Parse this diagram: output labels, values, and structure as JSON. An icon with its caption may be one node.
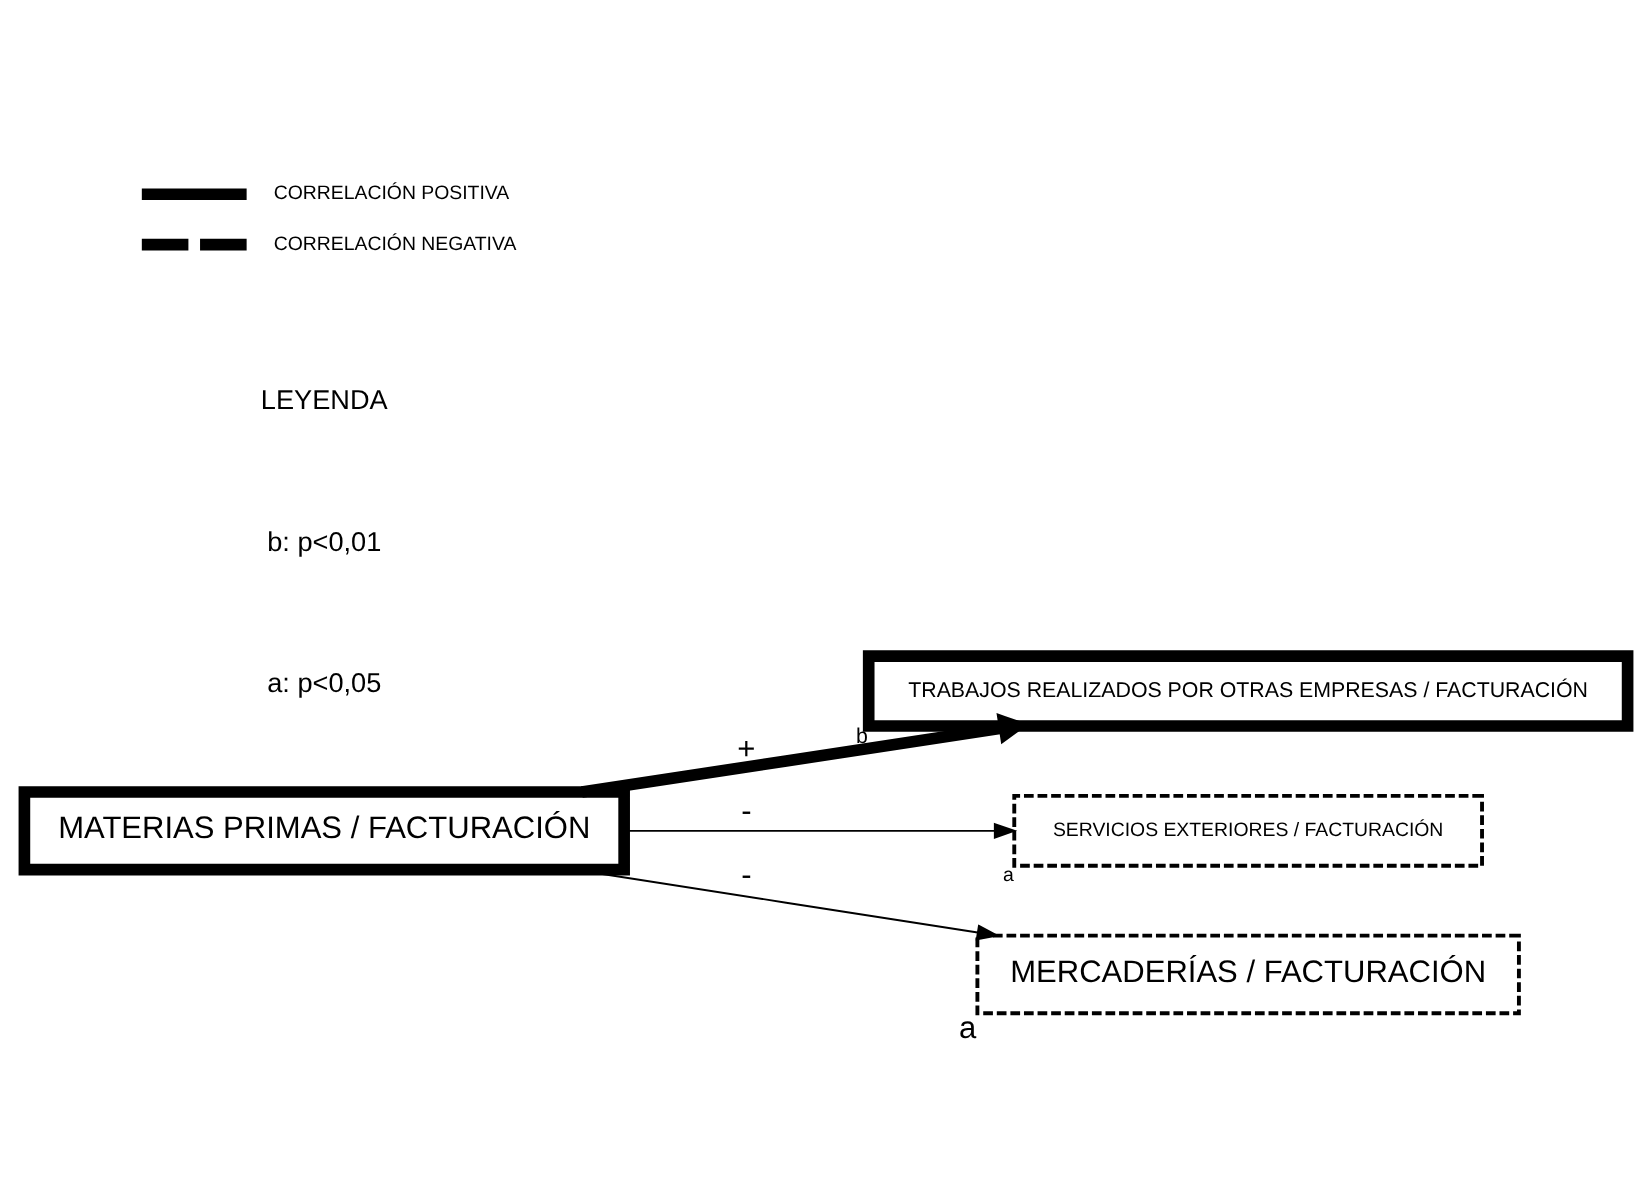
{
  "diagram": {
    "nodes": [
      {
        "text": [
          "MATERIAS PRIMAS / FACTURACIÓN"
        ]
      },
      {
        "text": [
          "TRABAJOS REALIZADOS POR OTRAS EMPRESAS / FACTURACIÓN"
        ],
        "beside": [
          "b"
        ]
      },
      {
        "text": [
          "SERVICIOS EXTERIORES / FACTURACIÓN"
        ],
        "beside": [
          "a"
        ]
      },
      {
        "text": [
          "MERCADERÍAS / FACTURACIÓN"
        ],
        "beside": [
          "a"
        ]
      }
    ],
    "edges": [
      {
        "from": 0,
        "to": 1,
        "arrow": "to",
        "label": "+",
        "style": "thick"
      },
      {
        "from": 0,
        "to": 2,
        "arrow": "to",
        "label": "-"
      },
      {
        "from": 0,
        "to": 3,
        "arrow": "to",
        "label": "-"
      }
    ],
    "labels": [
      "a: p<0,05",
      "b: p<0,01",
      "LEYENDA"
    ],
    "legend": [
      {
        "text": "CORRELACIÓN POSITIVA"
      },
      {
        "text": "CORRELACIÓN NEGATIVA"
      }
    ]
  }
}
